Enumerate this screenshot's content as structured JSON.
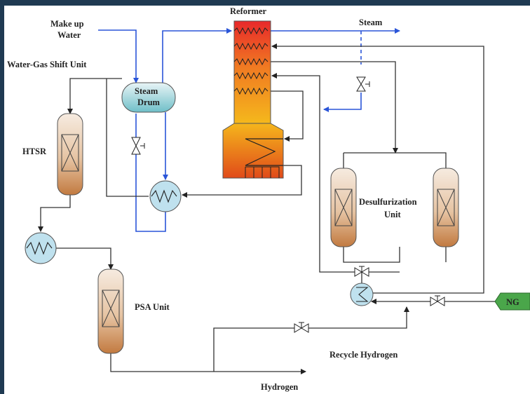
{
  "labels": {
    "reformer": "Reformer",
    "steam": "Steam",
    "makeup_water_1": "Make up",
    "makeup_water_2": "Water",
    "wgs_unit": "Water-Gas Shift Unit",
    "steam_drum_1": "Steam",
    "steam_drum_2": "Drum",
    "htsr": "HTSR",
    "desulf_1": "Desulfurization",
    "desulf_2": "Unit",
    "psa_unit": "PSA Unit",
    "ng": "NG",
    "recycle_hydrogen": "Recycle Hydrogen",
    "hydrogen": "Hydrogen"
  },
  "colors": {
    "water_steam_line": "#2a55d8",
    "process_line": "#333333",
    "vessel_top": "#f3e4d4",
    "vessel_bottom": "#c8824a",
    "reformer_top": "#e8302a",
    "reformer_bottom": "#f2a020",
    "exchanger": "#bfe1ee",
    "ng_arrow": "#4aa64a",
    "frame": "#1f3a52"
  }
}
